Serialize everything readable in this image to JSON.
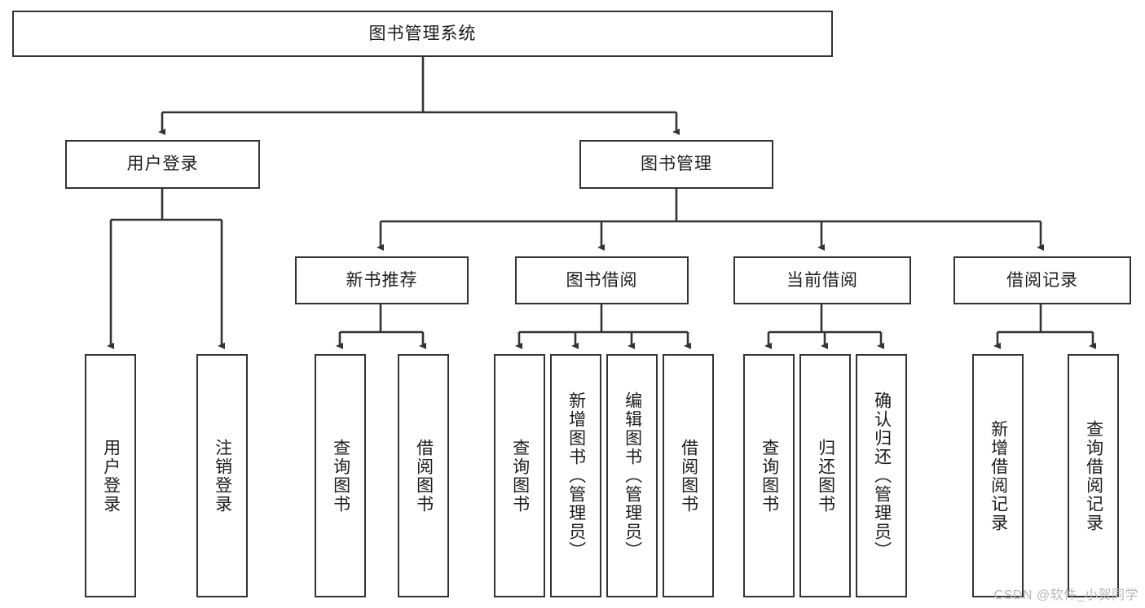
{
  "diagram": {
    "title": "图书管理系统",
    "type": "tree-hierarchy",
    "watermark": "CSDN @软件_小贺同学",
    "line_color": "#333333",
    "box_fill": "#ffffff",
    "text_color": "#1c1c1c"
  },
  "nodes": {
    "root": {
      "label": "图书管理系统",
      "level": 1,
      "orientation": "horizontal"
    },
    "l2": [
      {
        "id": "user-login",
        "label": "用户登录",
        "level": 2,
        "orientation": "horizontal"
      },
      {
        "id": "book-manage",
        "label": "图书管理",
        "level": 2,
        "orientation": "horizontal"
      }
    ],
    "l3": [
      {
        "id": "new-book-recommend",
        "label": "新书推荐",
        "level": 3,
        "orientation": "horizontal"
      },
      {
        "id": "book-borrow",
        "label": "图书借阅",
        "level": 3,
        "orientation": "horizontal"
      },
      {
        "id": "current-borrow",
        "label": "当前借阅",
        "level": 3,
        "orientation": "horizontal"
      },
      {
        "id": "borrow-record",
        "label": "借阅记录",
        "level": 3,
        "orientation": "horizontal"
      }
    ],
    "leaves": [
      {
        "id": "leaf-user-login",
        "label": "用户登录",
        "parent": "user-login",
        "orientation": "vertical"
      },
      {
        "id": "leaf-user-logout",
        "label": "注销登录",
        "parent": "user-login",
        "orientation": "vertical"
      },
      {
        "id": "leaf-query-book-1",
        "label": "查询图书",
        "parent": "new-book-recommend",
        "orientation": "vertical"
      },
      {
        "id": "leaf-borrow-book-1",
        "label": "借阅图书",
        "parent": "new-book-recommend",
        "orientation": "vertical"
      },
      {
        "id": "leaf-query-book-2",
        "label": "查询图书",
        "parent": "book-borrow",
        "orientation": "vertical"
      },
      {
        "id": "leaf-add-book",
        "label": "新增图书（管理员）",
        "parent": "book-borrow",
        "orientation": "vertical"
      },
      {
        "id": "leaf-edit-book",
        "label": "编辑图书（管理员）",
        "parent": "book-borrow",
        "orientation": "vertical"
      },
      {
        "id": "leaf-borrow-book-2",
        "label": "借阅图书",
        "parent": "book-borrow",
        "orientation": "vertical"
      },
      {
        "id": "leaf-query-book-3",
        "label": "查询图书",
        "parent": "current-borrow",
        "orientation": "vertical"
      },
      {
        "id": "leaf-return-book",
        "label": "归还图书",
        "parent": "current-borrow",
        "orientation": "vertical"
      },
      {
        "id": "leaf-confirm-return",
        "label": "确认归还（管理员）",
        "parent": "current-borrow",
        "orientation": "vertical"
      },
      {
        "id": "leaf-add-record",
        "label": "新增借阅记录",
        "parent": "borrow-record",
        "orientation": "vertical"
      },
      {
        "id": "leaf-query-record",
        "label": "查询借阅记录",
        "parent": "borrow-record",
        "orientation": "vertical"
      }
    ]
  }
}
